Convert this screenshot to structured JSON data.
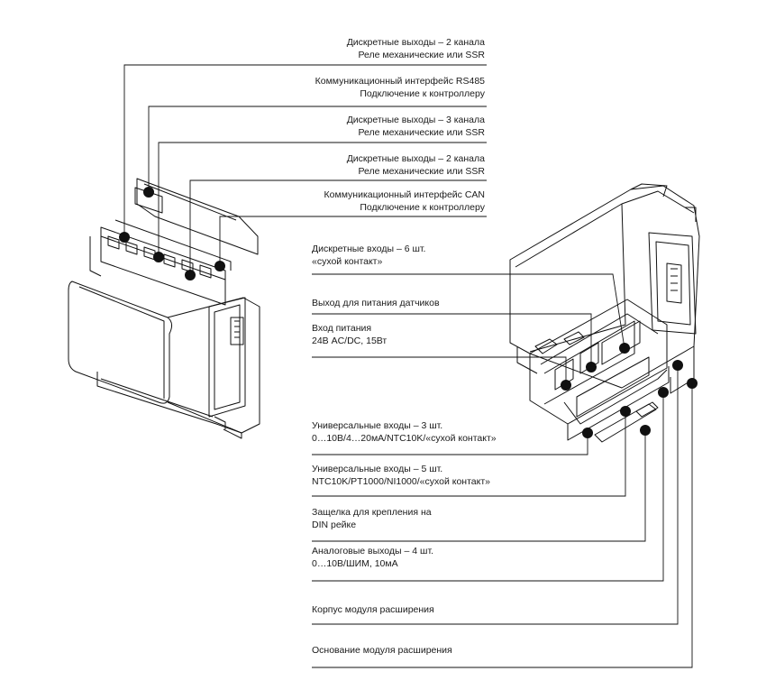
{
  "callouts_top": [
    {
      "line1": "Дискретные выходы – 2 канала",
      "line2": "Реле механические или SSR"
    },
    {
      "line1": "Коммуникационный интерфейс RS485",
      "line2": "Подключение к контроллеру"
    },
    {
      "line1": "Дискретные выходы – 3 канала",
      "line2": "Реле механические или SSR"
    },
    {
      "line1": "Дискретные выходы – 2 канала",
      "line2": "Реле механические или SSR"
    },
    {
      "line1": "Коммуникационный интерфейс CAN",
      "line2": "Подключение к контроллеру"
    }
  ],
  "callouts_bottom": [
    {
      "line1": "Дискретные входы – 6 шт.",
      "line2": "«сухой контакт»"
    },
    {
      "line1": "Выход для питания датчиков",
      "line2": ""
    },
    {
      "line1": "Вход питания",
      "line2": "24В AC/DC, 15Вт"
    },
    {
      "line1": "Универсальные входы – 3 шт.",
      "line2": "0…10В/4…20мА/NTC10K/«сухой контакт»"
    },
    {
      "line1": "Универсальные входы – 5 шт.",
      "line2": "NTC10K/PT1000/NI1000/«сухой контакт»"
    },
    {
      "line1": "Защелка для крепления на",
      "line2": "DIN рейке"
    },
    {
      "line1": "Аналоговые выходы – 4 шт.",
      "line2": "0…10В/ШИМ, 10мА"
    },
    {
      "line1": "Корпус модуля расширения",
      "line2": ""
    },
    {
      "line1": "Основание модуля расширения",
      "line2": ""
    }
  ]
}
